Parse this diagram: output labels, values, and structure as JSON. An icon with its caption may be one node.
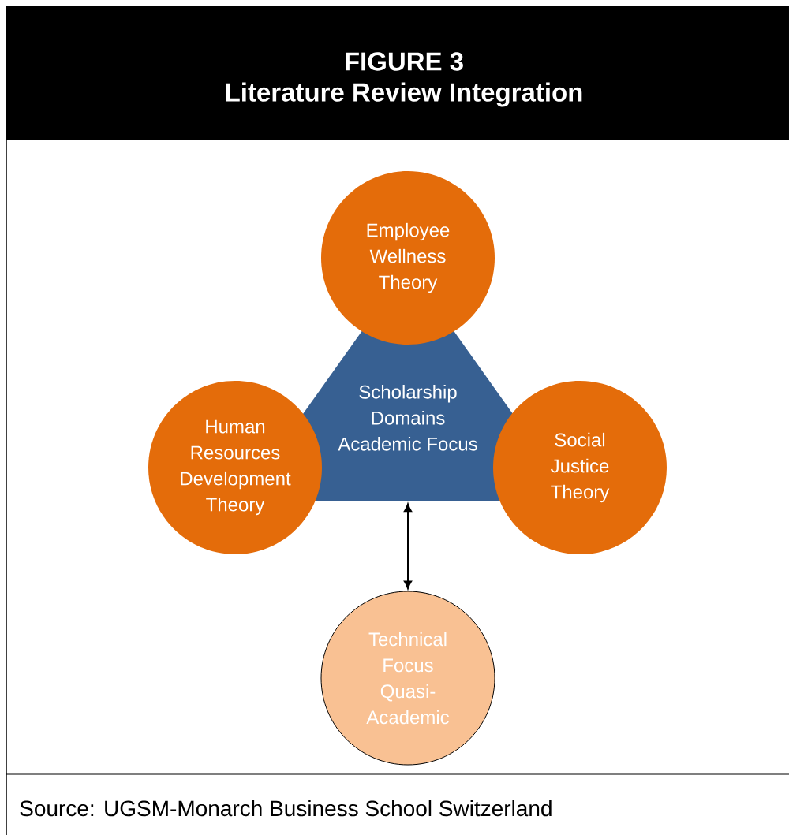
{
  "diagram": {
    "title": "Literature Review Integration",
    "caption": "Source: UGSM-Monarch Business School Switzerland",
    "nodes": [
      {
        "text": [
          "Employee Wellness Theory"
        ]
      },
      {
        "text": [
          "Scholarship Domains Academic Focus"
        ]
      },
      {
        "text": [
          "Human Resources Development Theory"
        ]
      },
      {
        "text": [
          "Social Justice Theory"
        ]
      },
      {
        "text": [
          "Technical Focus Quasi-Academic"
        ]
      }
    ],
    "edges": [
      {
        "from": 1,
        "to": 4,
        "arrow": "both"
      }
    ],
    "labels": [
      "FIGURE 3"
    ]
  }
}
